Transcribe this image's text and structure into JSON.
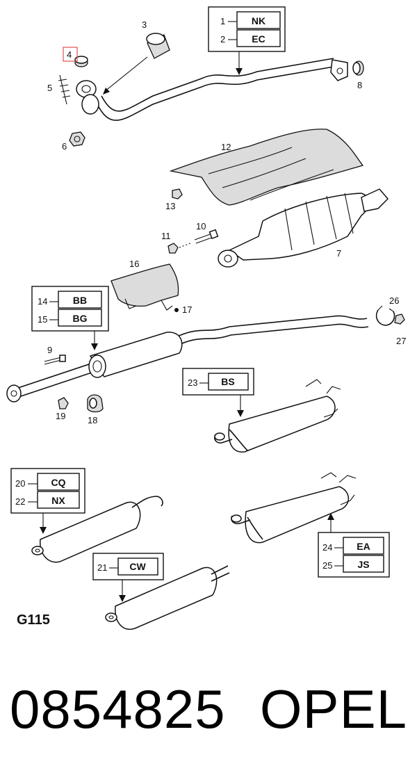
{
  "diagram": {
    "figure_code": "G115",
    "part_numbers": [
      "1",
      "2",
      "3",
      "4",
      "5",
      "6",
      "7",
      "8",
      "9",
      "10",
      "11",
      "12",
      "13",
      "14",
      "15",
      "16",
      "17",
      "18",
      "19",
      "20",
      "21",
      "22",
      "23",
      "24",
      "25",
      "26",
      "27"
    ],
    "code_boxes": {
      "nk": "NK",
      "ec": "EC",
      "bb": "BB",
      "bg": "BG",
      "bs": "BS",
      "cq": "CQ",
      "nx": "NX",
      "cw": "CW",
      "ea": "EA",
      "js": "JS"
    },
    "highlighted_part": "4",
    "highlight_color": "#e05050"
  },
  "footer": {
    "part_number": "0854825",
    "brand": "OPEL"
  }
}
